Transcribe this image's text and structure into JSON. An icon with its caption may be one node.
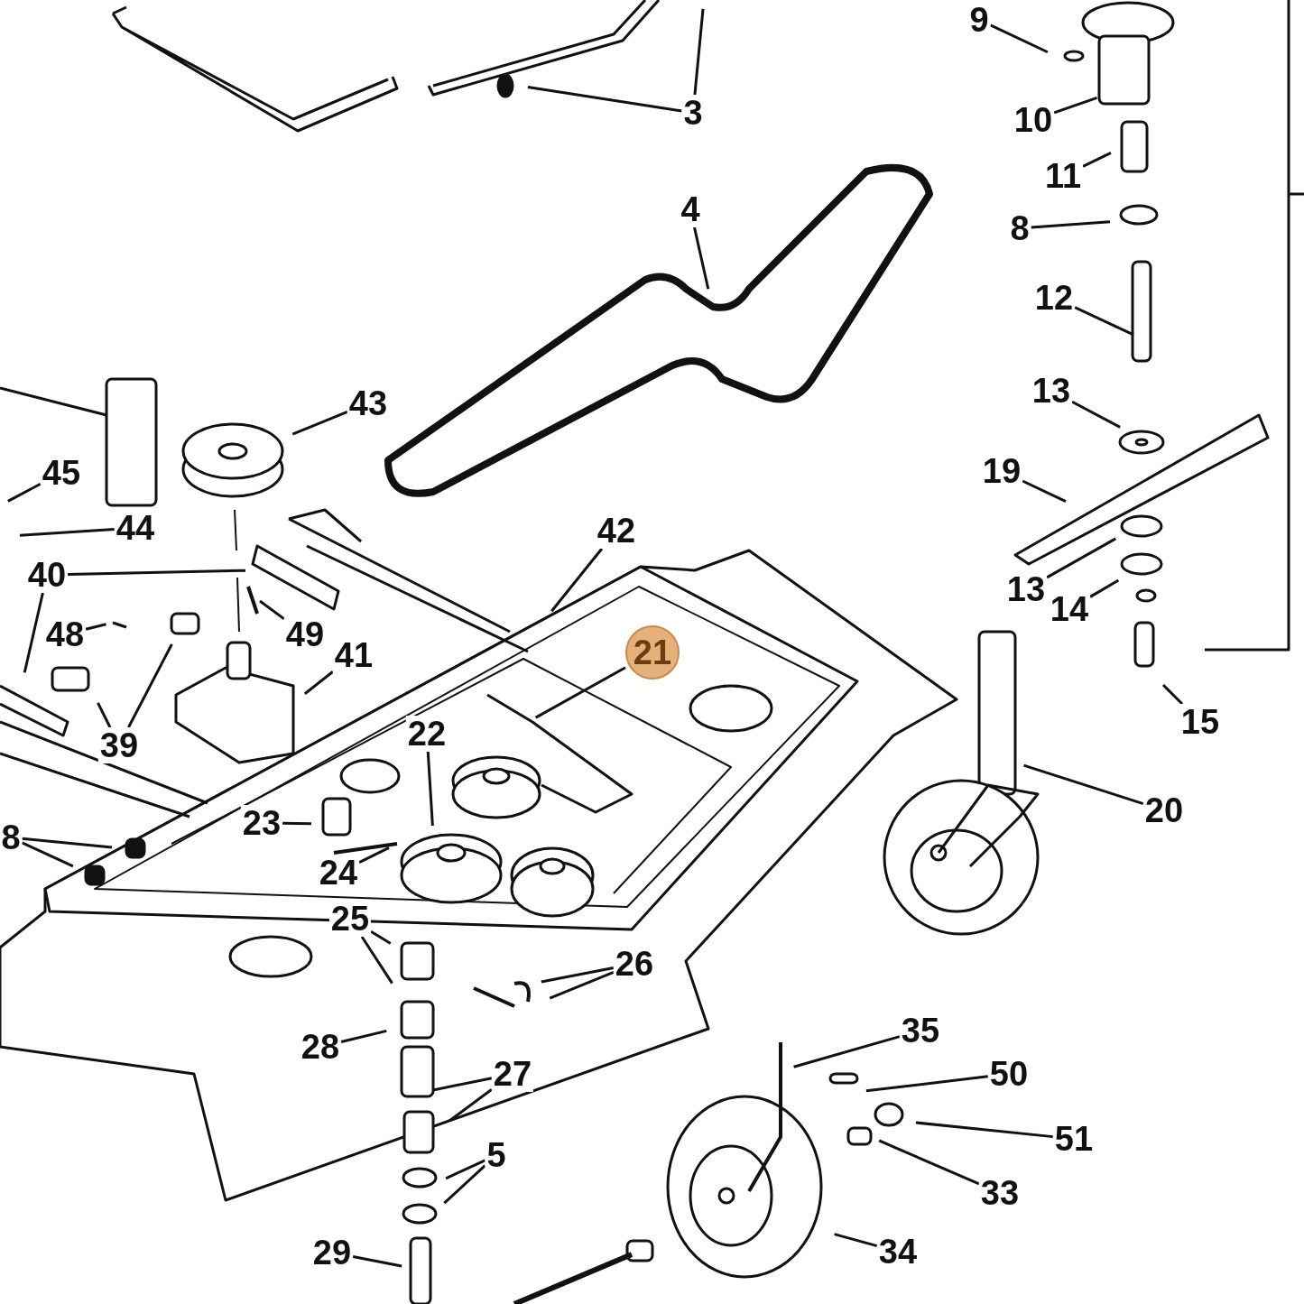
{
  "diagram": {
    "nodes": [
      {
        "text": [
          "3"
        ]
      },
      {
        "text": [
          "9"
        ]
      },
      {
        "text": [
          "10"
        ]
      },
      {
        "text": [
          "4"
        ]
      },
      {
        "text": [
          "11"
        ]
      },
      {
        "text": [
          "8"
        ]
      },
      {
        "text": [
          "12"
        ]
      },
      {
        "text": [
          "13"
        ]
      },
      {
        "text": [
          "43"
        ]
      },
      {
        "text": [
          "45"
        ]
      },
      {
        "text": [
          "19"
        ]
      },
      {
        "text": [
          "44"
        ]
      },
      {
        "text": [
          "42"
        ]
      },
      {
        "text": [
          "40"
        ]
      },
      {
        "text": [
          "13"
        ]
      },
      {
        "text": [
          "14"
        ]
      },
      {
        "text": [
          "48"
        ]
      },
      {
        "text": [
          "49"
        ]
      },
      {
        "text": [
          "21"
        ]
      },
      {
        "text": [
          "41"
        ]
      },
      {
        "text": [
          "15"
        ]
      },
      {
        "text": [
          "39"
        ]
      },
      {
        "text": [
          "22"
        ]
      },
      {
        "text": [
          "20"
        ]
      },
      {
        "text": [
          "23"
        ]
      },
      {
        "text": [
          "8"
        ]
      },
      {
        "text": [
          "24"
        ]
      },
      {
        "text": [
          "25"
        ]
      },
      {
        "text": [
          "26"
        ]
      },
      {
        "text": [
          "35"
        ]
      },
      {
        "text": [
          "28"
        ]
      },
      {
        "text": [
          "27"
        ]
      },
      {
        "text": [
          "50"
        ]
      },
      {
        "text": [
          "51"
        ]
      },
      {
        "text": [
          "5"
        ]
      },
      {
        "text": [
          "33"
        ]
      },
      {
        "text": [
          "29"
        ]
      },
      {
        "text": [
          "34"
        ]
      }
    ],
    "edges": [
      {
        "from": 0,
        "to": null,
        "arrow": "none"
      },
      {
        "from": 0,
        "to": null,
        "arrow": "none"
      },
      {
        "from": 1,
        "to": null,
        "arrow": "none"
      },
      {
        "from": 2,
        "to": null,
        "arrow": "none"
      },
      {
        "from": 3,
        "to": null,
        "arrow": "none"
      },
      {
        "from": 4,
        "to": null,
        "arrow": "none"
      },
      {
        "from": 5,
        "to": null,
        "arrow": "none"
      },
      {
        "from": 6,
        "to": null,
        "arrow": "none"
      },
      {
        "from": 7,
        "to": null,
        "arrow": "none"
      },
      {
        "from": 8,
        "to": null,
        "arrow": "none"
      },
      {
        "from": 9,
        "to": null,
        "arrow": "none"
      },
      {
        "from": 10,
        "to": null,
        "arrow": "none"
      },
      {
        "from": 11,
        "to": null,
        "arrow": "none"
      },
      {
        "from": 12,
        "to": null,
        "arrow": "none"
      },
      {
        "from": 13,
        "to": null,
        "arrow": "none"
      },
      {
        "from": 13,
        "to": null,
        "arrow": "none"
      },
      {
        "from": 14,
        "to": null,
        "arrow": "none"
      },
      {
        "from": 15,
        "to": null,
        "arrow": "none"
      },
      {
        "from": 16,
        "to": null,
        "arrow": "none"
      },
      {
        "from": 17,
        "to": null,
        "arrow": "none"
      },
      {
        "from": 18,
        "to": null,
        "arrow": "none"
      },
      {
        "from": 19,
        "to": null,
        "arrow": "none"
      },
      {
        "from": 20,
        "to": null,
        "arrow": "none"
      },
      {
        "from": 21,
        "to": null,
        "arrow": "none"
      },
      {
        "from": 21,
        "to": null,
        "arrow": "none"
      },
      {
        "from": 22,
        "to": null,
        "arrow": "none"
      },
      {
        "from": 23,
        "to": null,
        "arrow": "none"
      },
      {
        "from": 24,
        "to": null,
        "arrow": "none"
      },
      {
        "from": 25,
        "to": null,
        "arrow": "none"
      },
      {
        "from": 25,
        "to": null,
        "arrow": "none"
      },
      {
        "from": 26,
        "to": null,
        "arrow": "none"
      },
      {
        "from": 27,
        "to": null,
        "arrow": "none"
      },
      {
        "from": 27,
        "to": null,
        "arrow": "none"
      },
      {
        "from": 28,
        "to": null,
        "arrow": "none"
      },
      {
        "from": 28,
        "to": null,
        "arrow": "none"
      },
      {
        "from": 29,
        "to": null,
        "arrow": "none"
      },
      {
        "from": 30,
        "to": null,
        "arrow": "none"
      },
      {
        "from": 31,
        "to": null,
        "arrow": "none"
      },
      {
        "from": 31,
        "to": null,
        "arrow": "none"
      },
      {
        "from": 32,
        "to": null,
        "arrow": "none"
      },
      {
        "from": 33,
        "to": null,
        "arrow": "none"
      },
      {
        "from": 34,
        "to": null,
        "arrow": "none"
      },
      {
        "from": 34,
        "to": null,
        "arrow": "none"
      },
      {
        "from": 35,
        "to": null,
        "arrow": "none"
      },
      {
        "from": 36,
        "to": null,
        "arrow": "none"
      },
      {
        "from": 37,
        "to": null,
        "arrow": "none"
      }
    ]
  }
}
